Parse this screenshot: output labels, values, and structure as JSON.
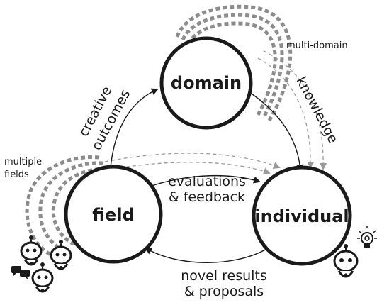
{
  "diagram": {
    "nodes": {
      "domain": "domain",
      "field": "field",
      "individual": "individual"
    },
    "edge_labels": {
      "creative": "creative",
      "outcomes": "outcomes",
      "knowledge": "knowledge",
      "evaluations": "evaluations",
      "feedback": "& feedback",
      "novel_results": "novel results",
      "proposals": "& proposals"
    },
    "side_labels": {
      "multi_domain": "multi-domain",
      "multiple": "multiple",
      "fields": "fields"
    },
    "colors": {
      "ink": "#1a1a1a",
      "dashed_gray": "#8c8c8c",
      "thin_dashed": "#9a9a9a"
    },
    "icons": {
      "robots_left": "robot-agent-icon",
      "speech_bubbles": "speech-bubbles-icon",
      "robot_right": "robot-agent-icon",
      "lightbulb": "lightbulb-icon"
    }
  }
}
